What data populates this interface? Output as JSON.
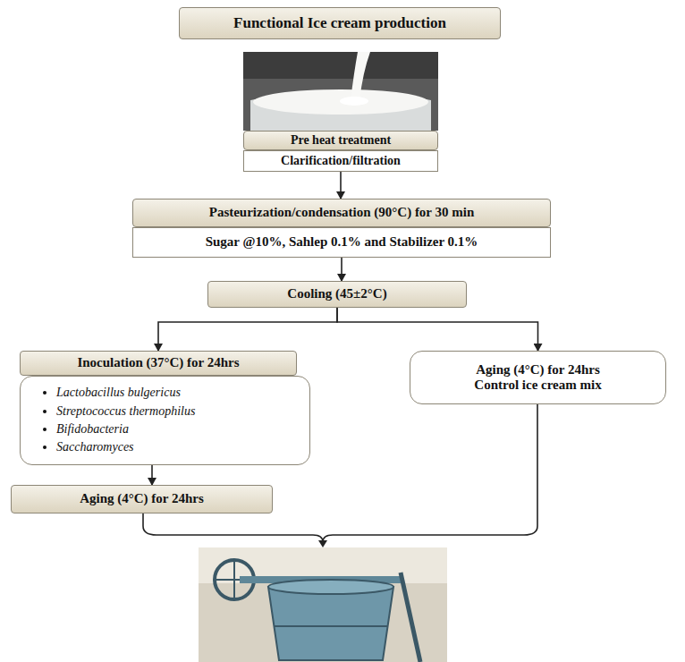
{
  "diagram": {
    "title": "Functional Ice cream production",
    "nodes": [
      {
        "text": [
          "Functional Ice cream production"
        ]
      },
      {
        "text": [
          "Pre heat treatment"
        ]
      },
      {
        "text": [
          "Clarification/filtration"
        ]
      },
      {
        "text": [
          "Pasteurization/condensation (90°C) for 30 min"
        ]
      },
      {
        "text": [
          "Sugar @10%, Sahlep 0.1% and Stabilizer 0.1%"
        ]
      },
      {
        "text": [
          "Cooling (45±2°C)"
        ]
      },
      {
        "text": [
          "Inoculation (37°C) for 24hrs"
        ]
      },
      {
        "text": [
          "Lactobacillus bulgericus",
          "Streptococcus thermophilus",
          "Bifidobacteria",
          "Saccharomyces"
        ]
      },
      {
        "text": [
          "Aging (4°C) for 24hrs"
        ]
      },
      {
        "text": [
          "Aging (4°C) for 24hrs",
          "Control ice cream mix"
        ]
      }
    ],
    "edges": [
      {
        "from": 2,
        "to": 3,
        "arrow": "to"
      },
      {
        "from": 4,
        "to": 5,
        "arrow": "to"
      },
      {
        "from": 5,
        "to": 6,
        "arrow": "to"
      },
      {
        "from": 5,
        "to": 9,
        "arrow": "to"
      },
      {
        "from": 7,
        "to": 8,
        "arrow": "to"
      }
    ]
  }
}
